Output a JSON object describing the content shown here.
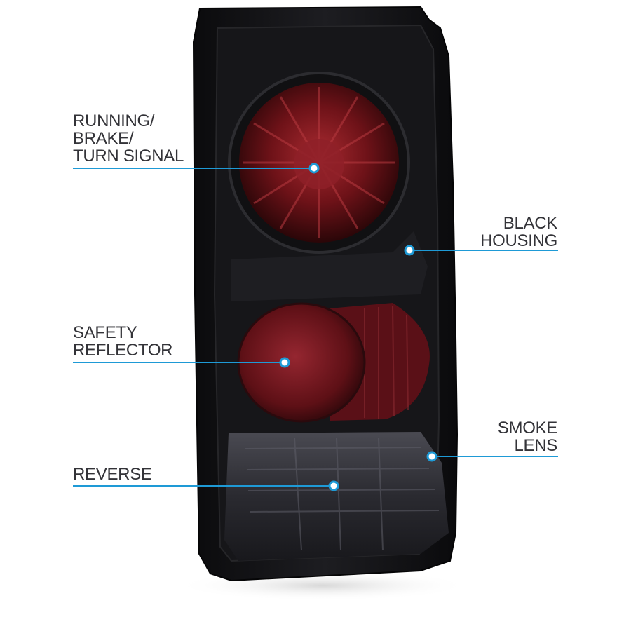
{
  "callouts": {
    "running": "RUNNING/\nBRAKE/\nTURN SIGNAL",
    "housing": "BLACK\nHOUSING",
    "reflector": "SAFETY\nREFLECTOR",
    "smoke": "SMOKE\nLENS",
    "reverse": "REVERSE"
  },
  "colors": {
    "callout_line": "#1e9ad6",
    "label_text": "#333338",
    "housing": "#141416",
    "lens_red": "#8a1a22",
    "smoke": "#3a3a40"
  }
}
